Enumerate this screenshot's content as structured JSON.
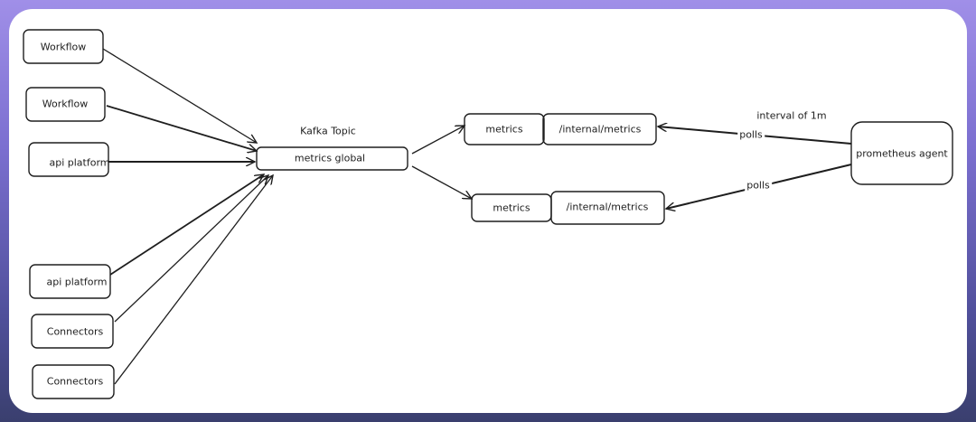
{
  "diagram": {
    "sources": [
      "Workflow",
      "Workflow",
      "api platform",
      "api platform",
      "Connectors",
      "Connectors"
    ],
    "topic_title": "Kafka Topic",
    "topic_box": "metrics global",
    "metrics_top": {
      "left": "metrics",
      "right": "/internal/metrics"
    },
    "metrics_bottom": {
      "left": "metrics",
      "right": "/internal/metrics"
    },
    "agent": "prometheus agent",
    "interval_note": "interval of 1m",
    "edge_top": "polls",
    "edge_bottom": "polls"
  }
}
